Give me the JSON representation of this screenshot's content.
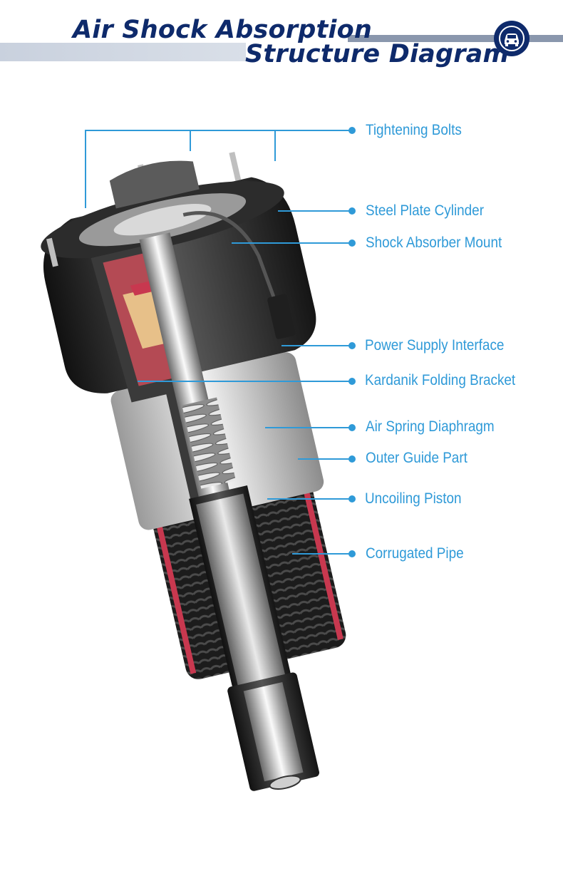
{
  "header": {
    "title_line1": "Air Shock Absorption",
    "title_line2": "Structure Diagram",
    "logo_icon": "car-icon"
  },
  "colors": {
    "title": "#0e2a6b",
    "label": "#2f9ad8",
    "leader": "#2f9ad8",
    "bar_light": "#c9d1de",
    "bar_dark": "#8a97ad"
  },
  "labels": [
    {
      "id": "tightening-bolts",
      "text": "Tightening Bolts"
    },
    {
      "id": "steel-plate-cylinder",
      "text": "Steel Plate Cylinder"
    },
    {
      "id": "shock-absorber-mount",
      "text": "Shock Absorber Mount"
    },
    {
      "id": "power-supply-interface",
      "text": "Power Supply Interface"
    },
    {
      "id": "kardanik-folding-bracket",
      "text": "Kardanik Folding Bracket"
    },
    {
      "id": "air-spring-diaphragm",
      "text": "Air Spring Diaphragm"
    },
    {
      "id": "outer-guide-part",
      "text": "Outer Guide Part"
    },
    {
      "id": "uncoiling-piston",
      "text": "Uncoiling Piston"
    },
    {
      "id": "corrugated-pipe",
      "text": "Corrugated Pipe"
    }
  ]
}
